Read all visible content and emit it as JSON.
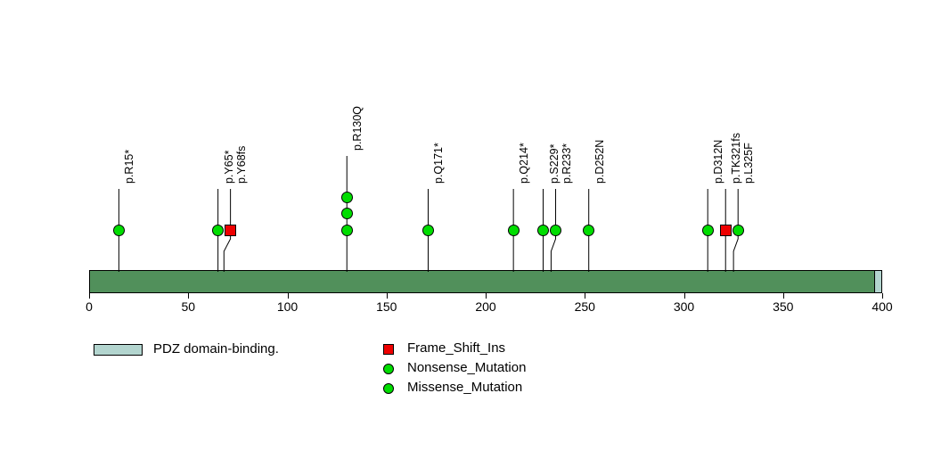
{
  "chart_data": {
    "type": "lollipop",
    "title": "",
    "xlabel": "",
    "ylabel": "",
    "xlim": [
      0,
      400
    ],
    "axis_ticks": [
      0,
      50,
      100,
      150,
      200,
      250,
      300,
      350,
      400
    ],
    "protein_length": 400,
    "grid": false,
    "domains": [
      {
        "name": "PDZ domain-binding.",
        "start": 396,
        "end": 400,
        "color": "#b3d5cf"
      }
    ],
    "backbone_color": "#51905b",
    "mutations": [
      {
        "label": "p.R15*",
        "position": 15,
        "count": 1,
        "type": "Nonsense_Mutation",
        "shape": "circle",
        "color": "#00dd00"
      },
      {
        "label": "p.Y65*",
        "position": 65,
        "count": 1,
        "type": "Nonsense_Mutation",
        "shape": "circle",
        "color": "#00dd00"
      },
      {
        "label": "p.Y68fs",
        "position": 68,
        "count": 1,
        "type": "Frame_Shift_Ins",
        "shape": "square",
        "color": "#ee0000"
      },
      {
        "label": "p.R130Q",
        "position": 130,
        "count": 3,
        "type": "Missense_Mutation",
        "shape": "circle",
        "color": "#00dd00"
      },
      {
        "label": "p.Q171*",
        "position": 171,
        "count": 1,
        "type": "Nonsense_Mutation",
        "shape": "circle",
        "color": "#00dd00"
      },
      {
        "label": "p.Q214*",
        "position": 214,
        "count": 1,
        "type": "Nonsense_Mutation",
        "shape": "circle",
        "color": "#00dd00"
      },
      {
        "label": "p.S229*",
        "position": 229,
        "count": 1,
        "type": "Nonsense_Mutation",
        "shape": "circle",
        "color": "#00dd00"
      },
      {
        "label": "p.R233*",
        "position": 233,
        "count": 1,
        "type": "Nonsense_Mutation",
        "shape": "circle",
        "color": "#00dd00"
      },
      {
        "label": "p.D252N",
        "position": 252,
        "count": 1,
        "type": "Missense_Mutation",
        "shape": "circle",
        "color": "#00dd00"
      },
      {
        "label": "p.D312N",
        "position": 312,
        "count": 1,
        "type": "Missense_Mutation",
        "shape": "circle",
        "color": "#00dd00"
      },
      {
        "label": "p.TK321fs",
        "position": 321,
        "count": 1,
        "type": "Frame_Shift_Ins",
        "shape": "square",
        "color": "#ee0000"
      },
      {
        "label": "p.L325F",
        "position": 325,
        "count": 1,
        "type": "Missense_Mutation",
        "shape": "circle",
        "color": "#00dd00"
      }
    ]
  },
  "legend": {
    "domain_entries": [
      {
        "label": "PDZ domain-binding.",
        "color": "#b3d5cf",
        "shape": "rect"
      }
    ],
    "mutation_entries": [
      {
        "label": "Frame_Shift_Ins",
        "color": "#ee0000",
        "shape": "square"
      },
      {
        "label": "Nonsense_Mutation",
        "color": "#00dd00",
        "shape": "circle"
      },
      {
        "label": "Missense_Mutation",
        "color": "#00dd00",
        "shape": "circle"
      }
    ]
  }
}
